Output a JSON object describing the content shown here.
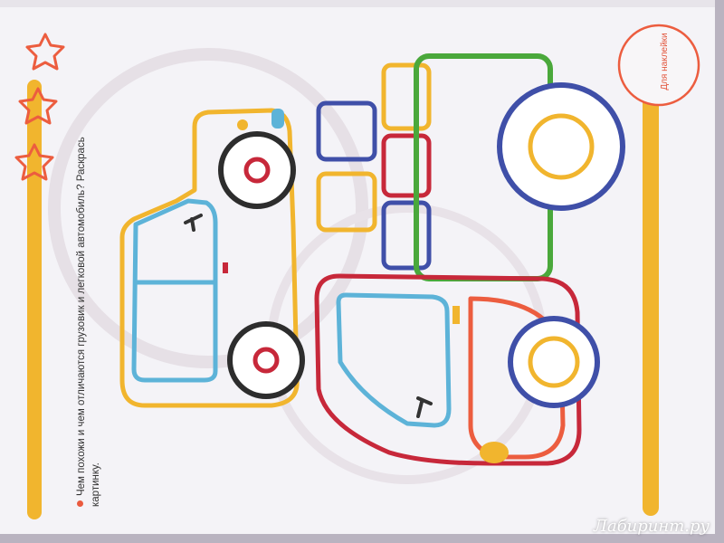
{
  "instruction": {
    "text": "Чем похожи и чем отличаются грузовик и легковой автомобиль? Раскрась картинку."
  },
  "sticker_placeholder": {
    "label": "Для наклейки"
  },
  "watermark": {
    "text": "Лабиринт.ру"
  },
  "colors": {
    "accent_yellow": "#f1b52e",
    "accent_orange": "#ec5d3f",
    "blue": "#3f4fa8",
    "red": "#c7283a",
    "green": "#4aa83b",
    "light_blue": "#5db3d8"
  }
}
